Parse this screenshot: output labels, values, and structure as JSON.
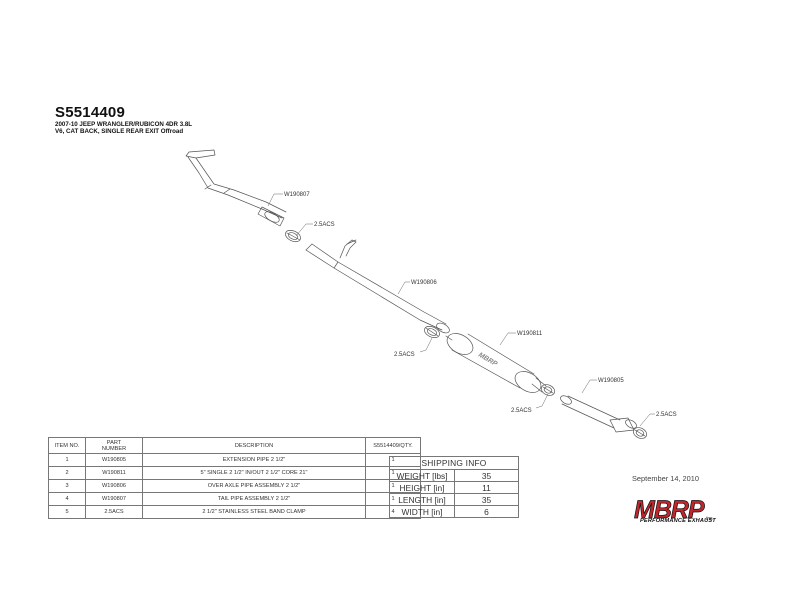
{
  "title": {
    "part_number": "S5514409",
    "line1": "2007-10 JEEP WRANGLER/RUBICON 4DR 3.8L",
    "line2": "V6, CAT BACK, SINGLE REAR EXIT Offroad"
  },
  "callouts": {
    "tailpipe": "W190807",
    "clamp_top": "2.5ACS",
    "over_axle": "W190806",
    "clamp_mid": "2.5ACS",
    "muffler": "W190811",
    "clamp_muffler": "2.5ACS",
    "extension": "W190805",
    "clamp_end": "2.5ACS"
  },
  "bom": {
    "headers": {
      "item": "ITEM NO.",
      "part_l1": "PART",
      "part_l2": "NUMBER",
      "desc": "DESCRIPTION",
      "qty": "S5514409/QTY."
    },
    "rows": [
      {
        "item": "1",
        "part": "W190805",
        "desc": "EXTENSION PIPE 2 1/2\"",
        "qty": "1"
      },
      {
        "item": "2",
        "part": "W190811",
        "desc": "5\" SINGLE 2 1/2\" IN/OUT 2 1/2\" CORE 21\"",
        "qty": "1"
      },
      {
        "item": "3",
        "part": "W190806",
        "desc": "OVER AXLE PIPE ASSEMBLY 2 1/2\"",
        "qty": "1"
      },
      {
        "item": "4",
        "part": "W190807",
        "desc": "TAIL PIPE ASSEMBLY 2 1/2\"",
        "qty": "1"
      },
      {
        "item": "5",
        "part": "2.5ACS",
        "desc": "2 1/2\" STAINLESS STEEL BAND CLAMP",
        "qty": "4"
      }
    ]
  },
  "shipping": {
    "title": "SHIPPING INFO",
    "rows": [
      {
        "label": "WEIGHT [lbs]",
        "value": "35"
      },
      {
        "label": "HEIGHT [in]",
        "value": "11"
      },
      {
        "label": "LENGTH [in]",
        "value": "35"
      },
      {
        "label": "WIDTH [in]",
        "value": "6"
      }
    ]
  },
  "date": "September 14, 2010",
  "logo": {
    "wordmark": "MBRP",
    "inc": "inc.",
    "tagline": "PERFORMANCE EXHAUST",
    "color": "#c0262c"
  },
  "muffler_stamp": "MBRP"
}
